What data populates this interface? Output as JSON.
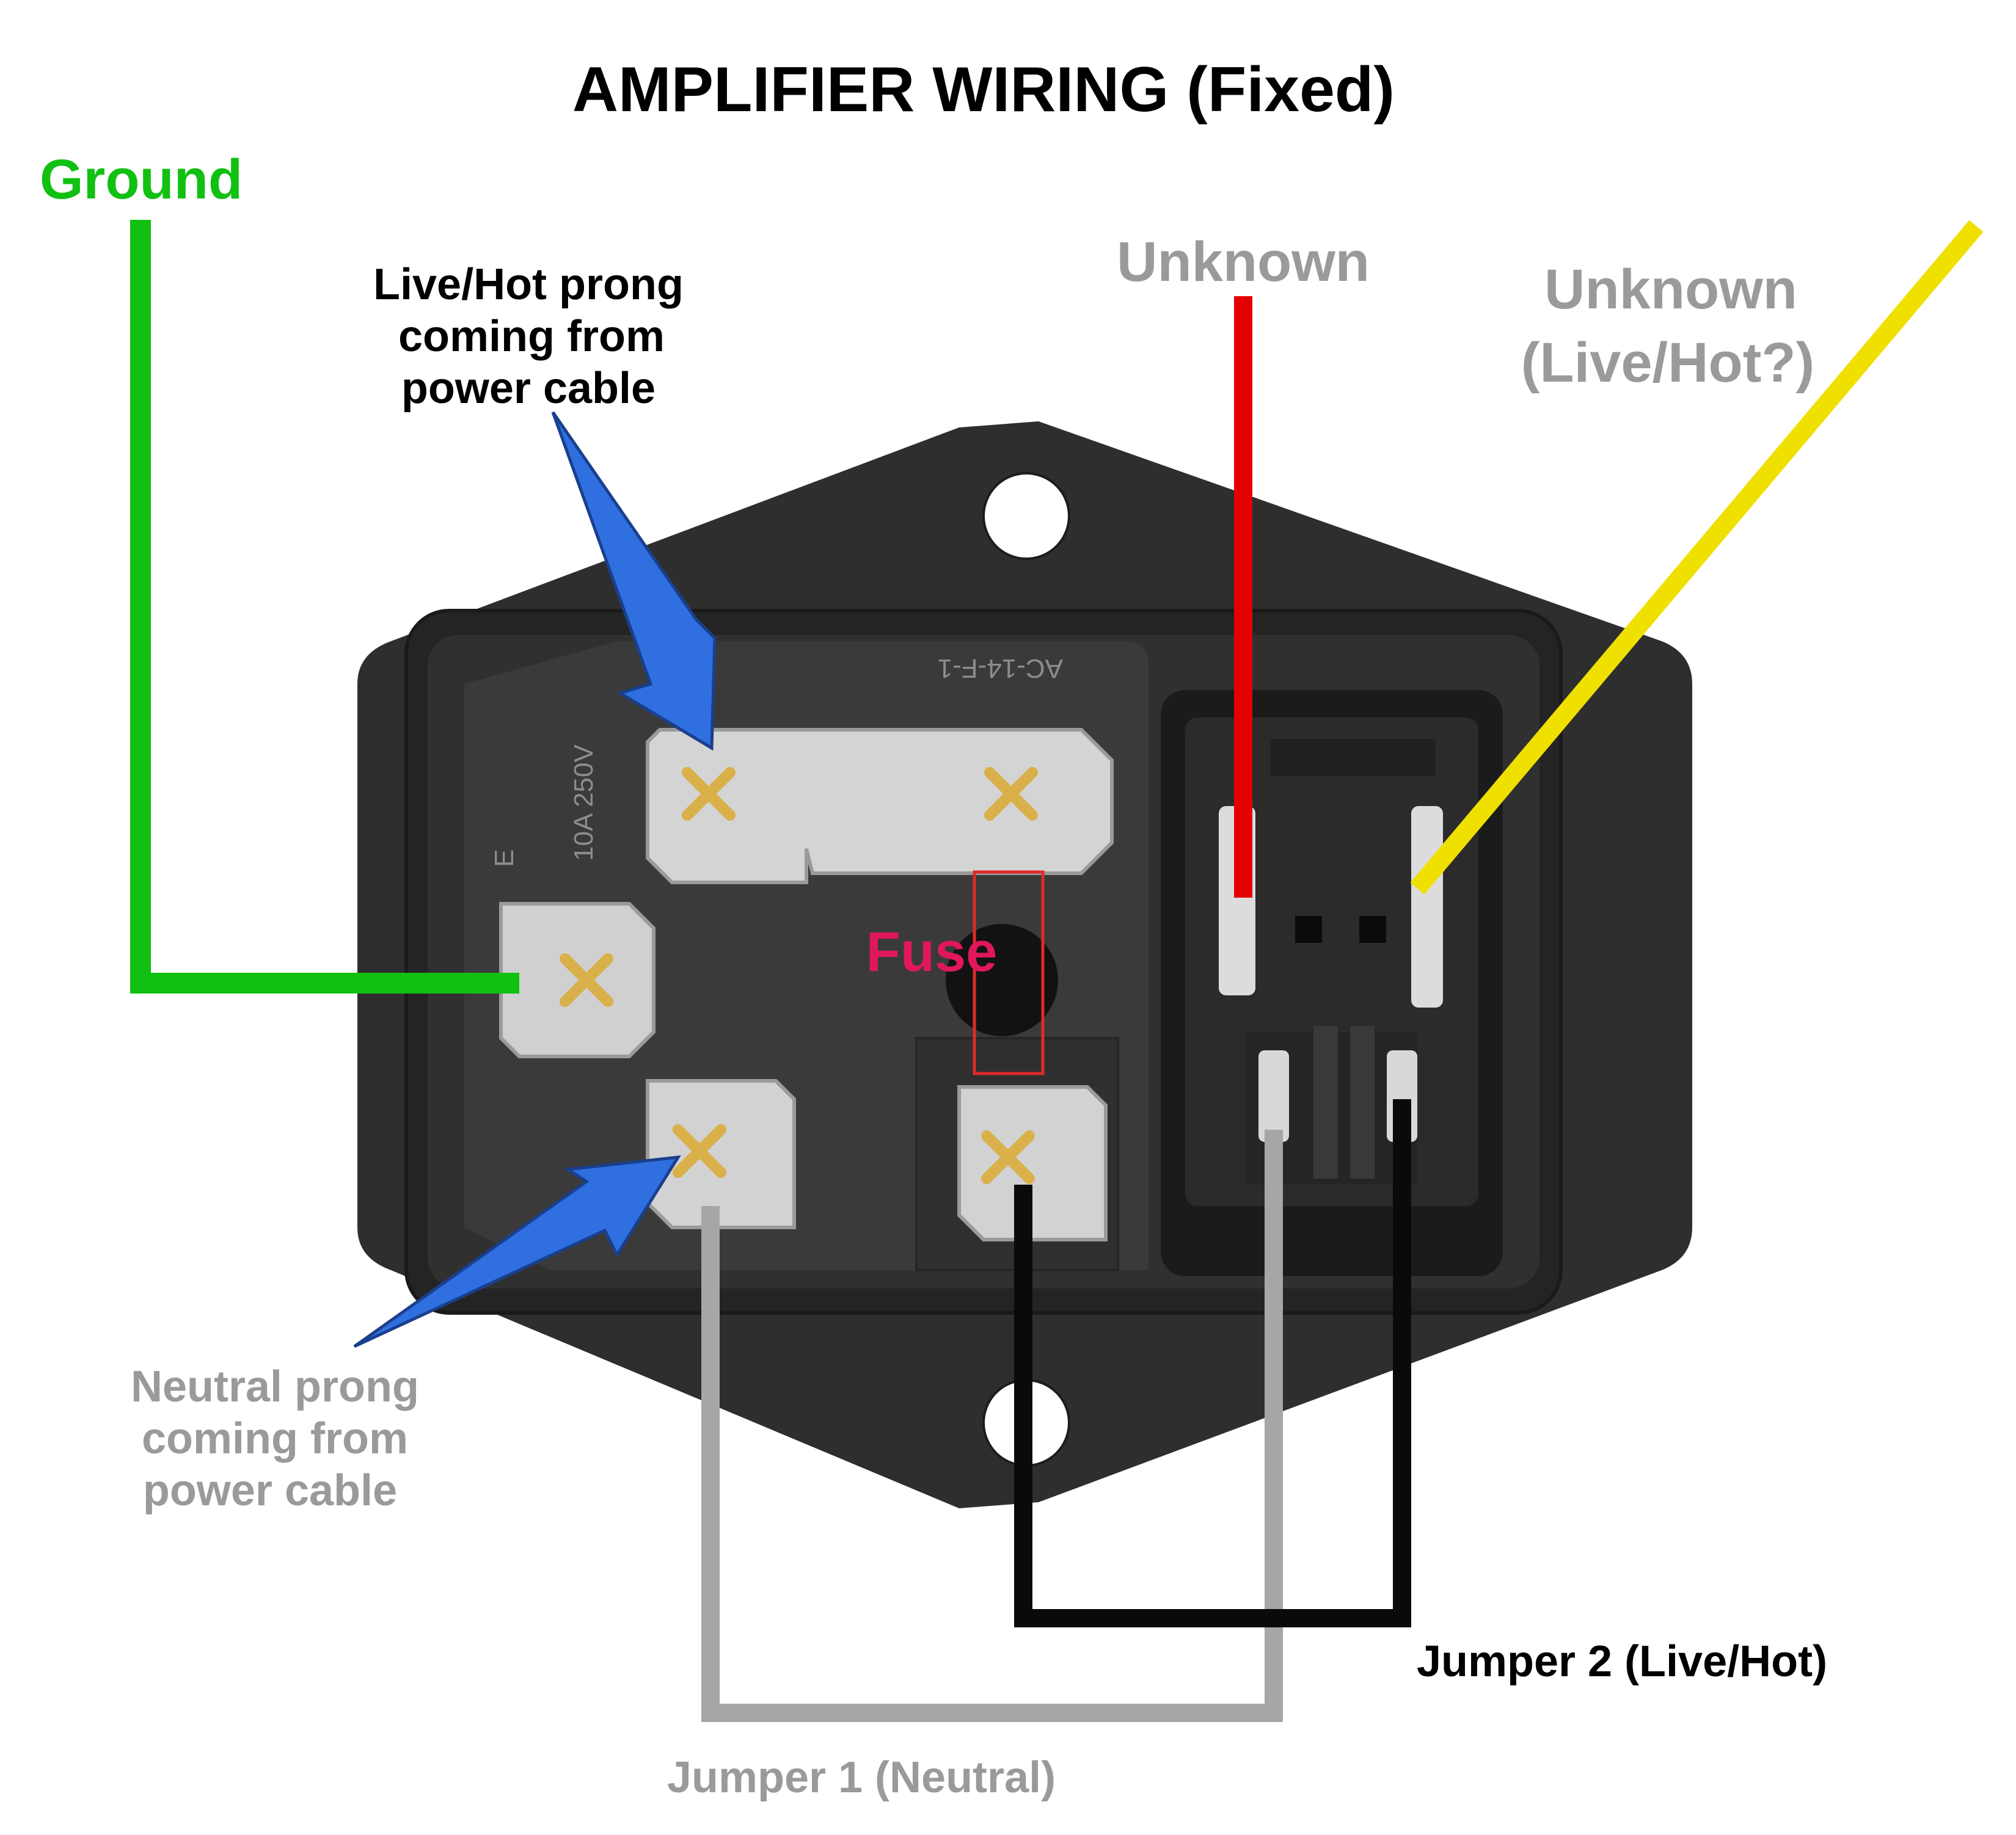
{
  "title": "AMPLIFIER WIRING (Fixed)",
  "labels": {
    "ground": "Ground",
    "live_prong": [
      "Live/Hot prong",
      "coming from",
      "power cable"
    ],
    "unknown_red": "Unknown",
    "unknown_yellow": [
      "Unknown",
      "(Live/Hot?)"
    ],
    "fuse": "Fuse",
    "neutral_prong": [
      "Neutral prong",
      "coming from",
      "power cable"
    ],
    "jumper2": "Jumper 2 (Live/Hot)",
    "jumper1": "Jumper 1 (Neutral)"
  },
  "component_markings": {
    "rating": "10A 250V",
    "model": "AC-14-F-1",
    "earth": "E"
  },
  "colors": {
    "ground": "#11c011",
    "red_wire": "#e20000",
    "yellow_wire": "#f0e000",
    "unknown_text": "#9a9a9a",
    "neutral_wire": "#a6a6a6",
    "jumper_black": "#0a0a0a",
    "fuse_text": "#e0185a",
    "arrow_blue": "#2f6fe0",
    "body_dark": "#2c2c2c"
  }
}
